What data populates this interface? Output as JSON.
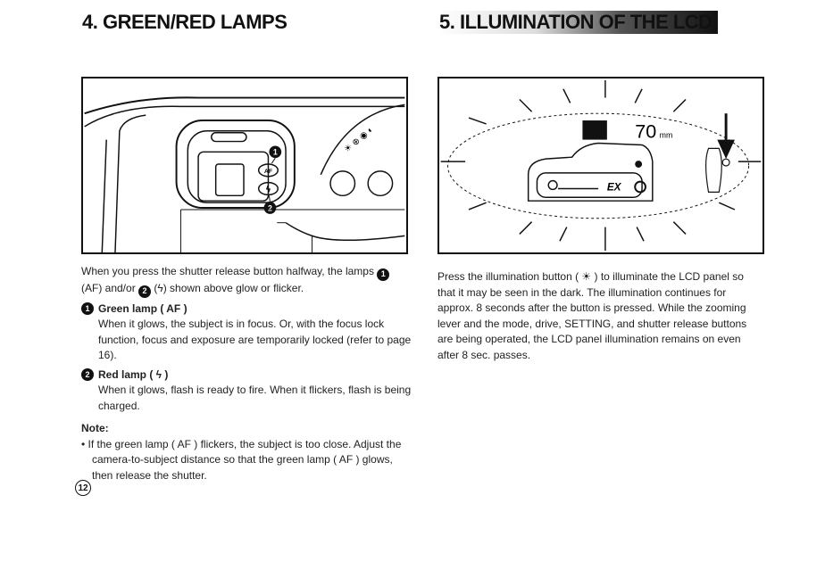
{
  "left": {
    "heading": "4. GREEN/RED LAMPS",
    "intro_a": "When you press the shutter release button halfway, the lamps",
    "intro_b": "(AF) and/or",
    "intro_c": "(ϟ) shown above glow or flicker.",
    "badge1": "1",
    "badge2": "2",
    "item1_head": "Green lamp ( AF )",
    "item1_body": "When it glows, the subject is in focus. Or, with the focus lock function, focus and exposure are temporarily locked (refer to page 16).",
    "item2_head": "Red lamp ( ϟ )",
    "item2_body": "When it glows, flash is ready to fire. When it flickers, flash is being charged.",
    "note_head": "Note:",
    "note_body": "• If the green lamp ( AF ) flickers, the subject is too close. Adjust the camera-to-subject distance so that the green lamp ( AF ) glows, then release the shutter.",
    "page_number": "12",
    "figure_labels": {
      "af": "AF",
      "flash": "ϟ",
      "callout1": "1",
      "callout2": "2"
    }
  },
  "right": {
    "heading": "5. ILLUMINATION OF THE LCD",
    "paragraph": "Press the illumination button ( ☀ ) to illuminate the LCD panel so that it may be seen in the dark. The illumination continues for approx. 8 seconds after the button is pressed. While the zooming lever and the mode, drive, SETTING, and shutter release buttons are being operated, the LCD panel illumination remains on even after 8 sec. passes.",
    "figure_labels": {
      "focal": "70",
      "unit": "mm",
      "ex": "EX"
    }
  }
}
